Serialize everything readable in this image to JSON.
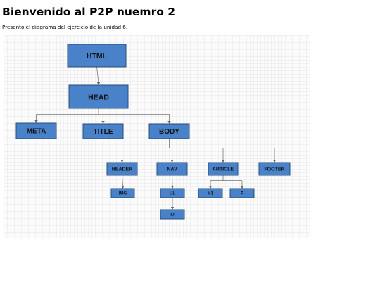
{
  "page": {
    "title": "Bienvenido al P2P nuemro 2",
    "intro": "Presento el diagrama del ejercicio de la unidad 6."
  },
  "diagram": {
    "nodes": [
      {
        "id": "html",
        "label": "HTML"
      },
      {
        "id": "head",
        "label": "HEAD"
      },
      {
        "id": "meta",
        "label": "META"
      },
      {
        "id": "title",
        "label": "TITLE"
      },
      {
        "id": "body",
        "label": "BODY"
      },
      {
        "id": "header",
        "label": "HEADER"
      },
      {
        "id": "nav",
        "label": "NAV"
      },
      {
        "id": "article",
        "label": "ARTICLE"
      },
      {
        "id": "footer",
        "label": "FOOTER"
      },
      {
        "id": "img",
        "label": "IMG"
      },
      {
        "id": "ul",
        "label": "UL"
      },
      {
        "id": "li",
        "label": "LI"
      },
      {
        "id": "h1",
        "label": "H1"
      },
      {
        "id": "p",
        "label": "P"
      }
    ],
    "edges": [
      {
        "from": "html",
        "to": "head"
      },
      {
        "from": "head",
        "to": "meta"
      },
      {
        "from": "head",
        "to": "title"
      },
      {
        "from": "head",
        "to": "body"
      },
      {
        "from": "body",
        "to": "header"
      },
      {
        "from": "body",
        "to": "nav"
      },
      {
        "from": "body",
        "to": "article"
      },
      {
        "from": "body",
        "to": "footer"
      },
      {
        "from": "header",
        "to": "img"
      },
      {
        "from": "nav",
        "to": "ul"
      },
      {
        "from": "ul",
        "to": "li"
      },
      {
        "from": "article",
        "to": "h1"
      },
      {
        "from": "article",
        "to": "p"
      }
    ]
  },
  "colors": {
    "node_fill": "#4a82c9",
    "node_border": "#25507f",
    "connector": "#777777"
  }
}
